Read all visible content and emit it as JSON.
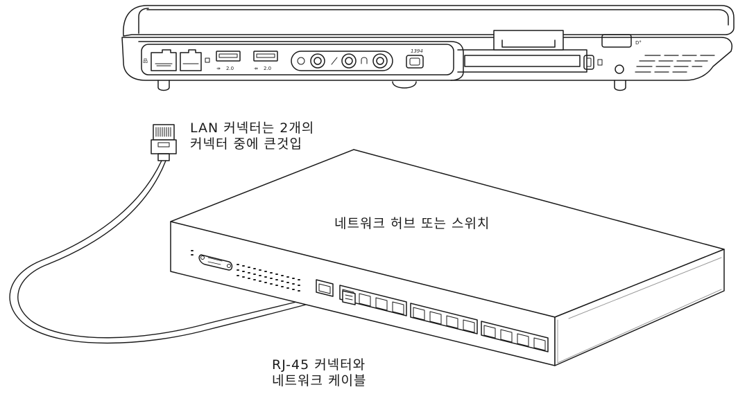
{
  "labels": {
    "lan_connector_line1": "LAN 커넥터는 2개의",
    "lan_connector_line2": "커넥터 중에 큰것입",
    "network_hub": "네트워크 허브 또는 스위치",
    "rj45_line1": "RJ-45 커넥터와",
    "rj45_line2": "네트워크 케이블"
  },
  "laptop": {
    "usb_port_label": "2.0",
    "firewire_label": "1394"
  },
  "hub": {
    "port_groups": [
      1,
      4,
      4,
      4
    ]
  },
  "colors": {
    "line": "#1a1a1a",
    "fill": "#ffffff"
  }
}
